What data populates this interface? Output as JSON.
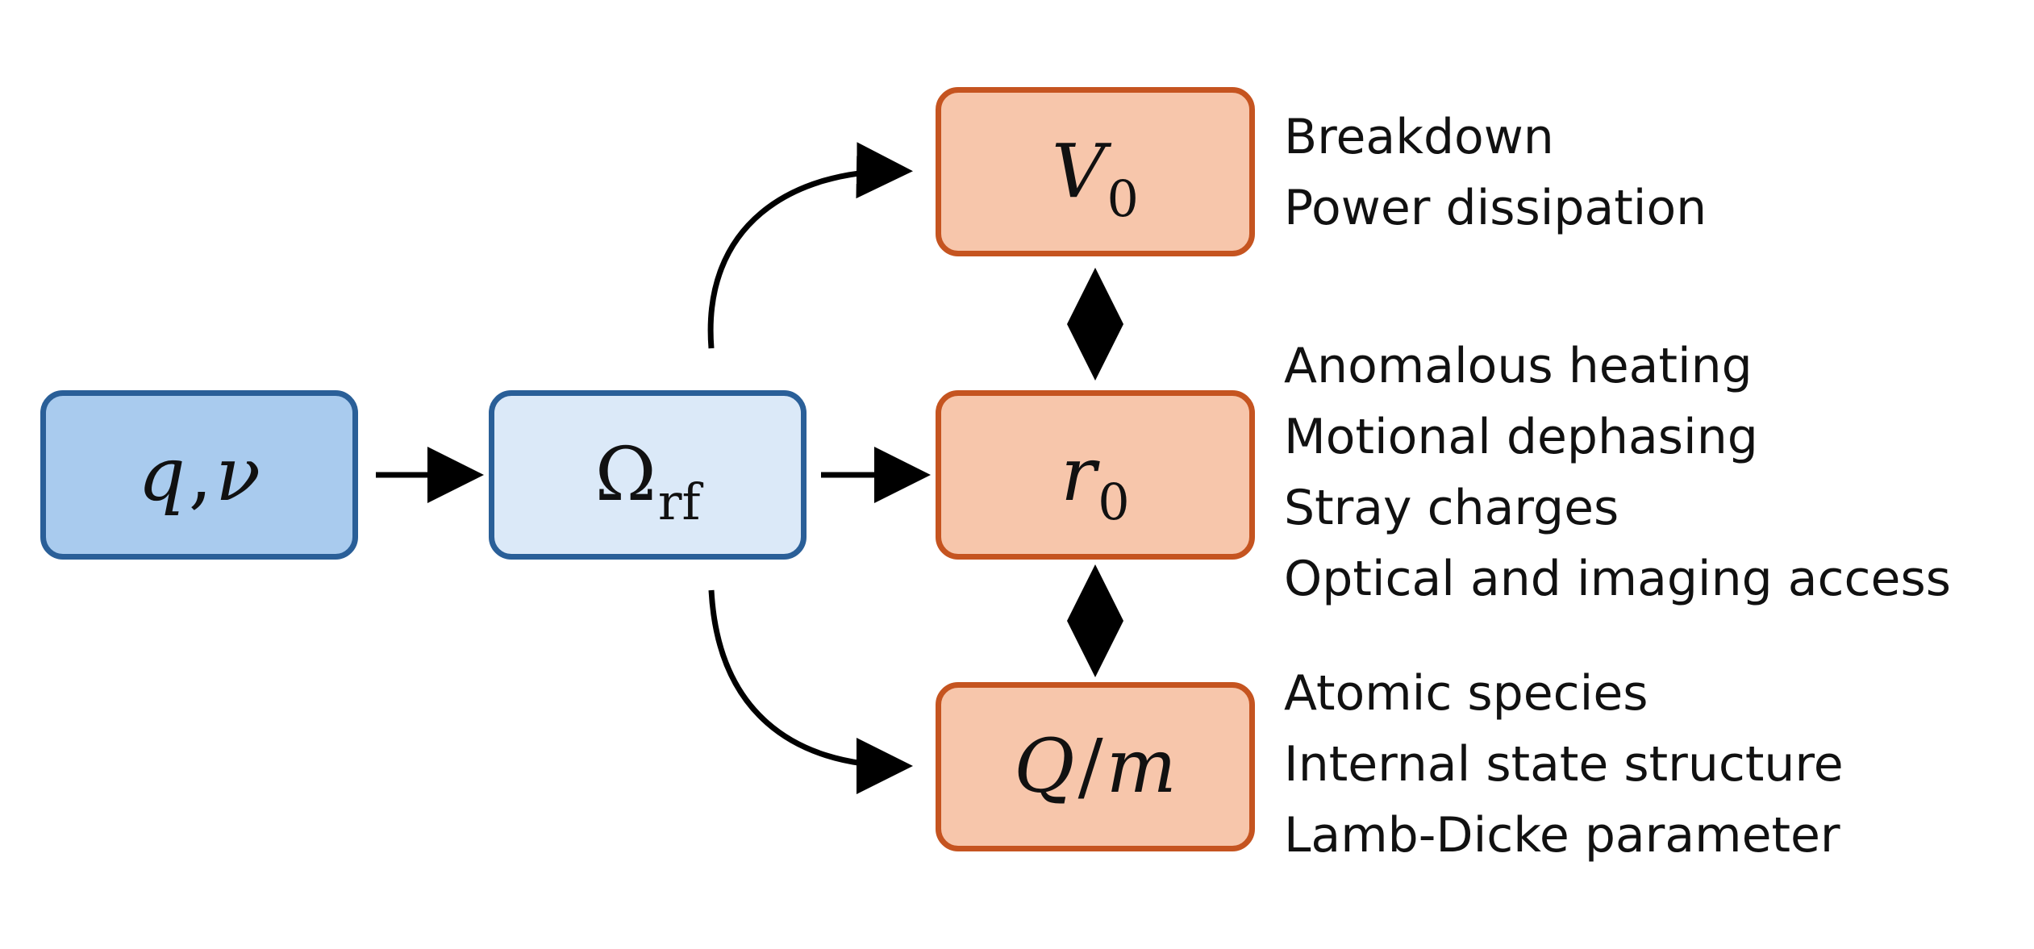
{
  "colors": {
    "blue_dark_fill": "#a9cbee",
    "blue_light_fill": "#dbe9f8",
    "blue_border": "#2a5f98",
    "orange_fill": "#f7c6ab",
    "orange_border": "#c55420",
    "arrow": "#000000",
    "text": "#111111"
  },
  "nodes": {
    "q_nu": {
      "main": "q",
      "sep": ",",
      "main2": "ν"
    },
    "omega_rf": {
      "upright": "Ω",
      "sub": "rf"
    },
    "v0": {
      "main": "V",
      "sub": "0"
    },
    "r0": {
      "main": "r",
      "sub": "0"
    },
    "q_m": {
      "main": "Q",
      "sep": "/",
      "main2": "m"
    }
  },
  "annotations": {
    "v0": [
      "Breakdown",
      "Power dissipation"
    ],
    "r0": [
      "Anomalous heating",
      "Motional dephasing",
      "Stray charges",
      "Optical and imaging access"
    ],
    "q_m": [
      "Atomic species",
      "Internal state structure",
      "Lamb-Dicke parameter"
    ]
  },
  "edges": [
    {
      "from": "q_nu",
      "to": "omega_rf",
      "kind": "straight"
    },
    {
      "from": "omega_rf",
      "to": "r0",
      "kind": "straight"
    },
    {
      "from": "omega_rf",
      "to": "v0",
      "kind": "curved-up"
    },
    {
      "from": "omega_rf",
      "to": "q_m",
      "kind": "curved-down"
    },
    {
      "from": "v0",
      "to": "r0",
      "kind": "bidirectional"
    },
    {
      "from": "r0",
      "to": "q_m",
      "kind": "bidirectional"
    }
  ]
}
